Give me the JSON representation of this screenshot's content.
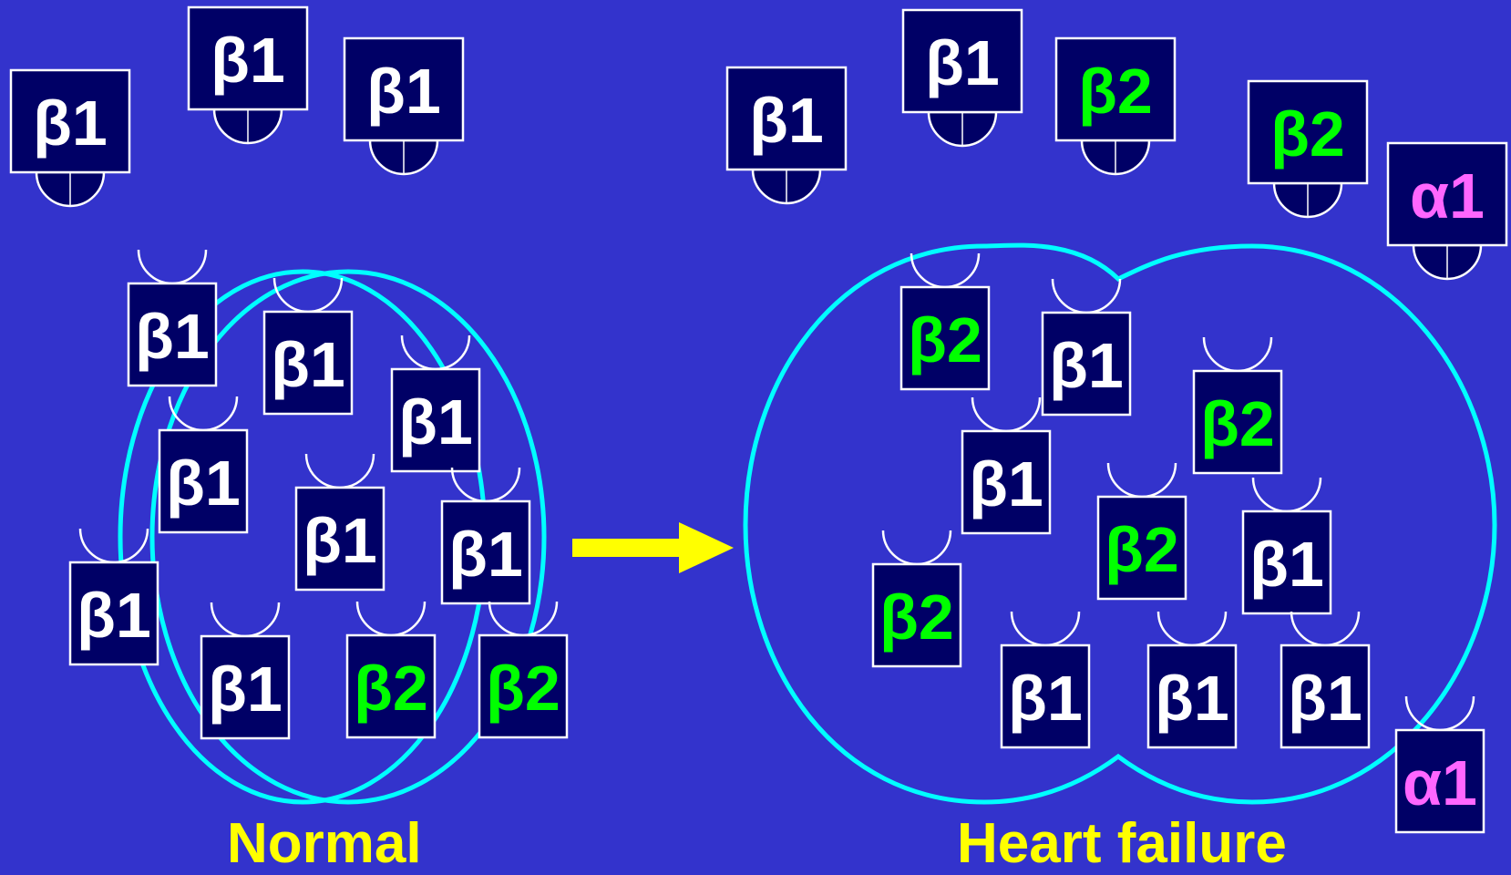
{
  "colors": {
    "background": "#3333cc",
    "box_fill": "#000066",
    "outline": "#ffffff",
    "cell": "#00ffff",
    "arrow": "#ffff00",
    "caption": "#ffff00",
    "label_beta1": "#ffffff",
    "label_beta2": "#00ff00",
    "label_alpha1": "#ff66ff"
  },
  "arrow": {
    "direction": "right",
    "meaning": "transition from normal to heart failure"
  },
  "panels": [
    {
      "caption": "Normal",
      "free_receptors": [
        "β1",
        "β1",
        "β1"
      ],
      "membrane_receptors": [
        "β1",
        "β1",
        "β1",
        "β1",
        "β1",
        "β1",
        "β1",
        "β1",
        "β2",
        "β2"
      ]
    },
    {
      "caption": "Heart failure",
      "free_receptors": [
        "β1",
        "β1",
        "β2",
        "β2",
        "α1"
      ],
      "membrane_receptors": [
        "β2",
        "β1",
        "β2",
        "β1",
        "β2",
        "β1",
        "β2",
        "β1",
        "β1",
        "β1",
        "α1"
      ]
    }
  ]
}
